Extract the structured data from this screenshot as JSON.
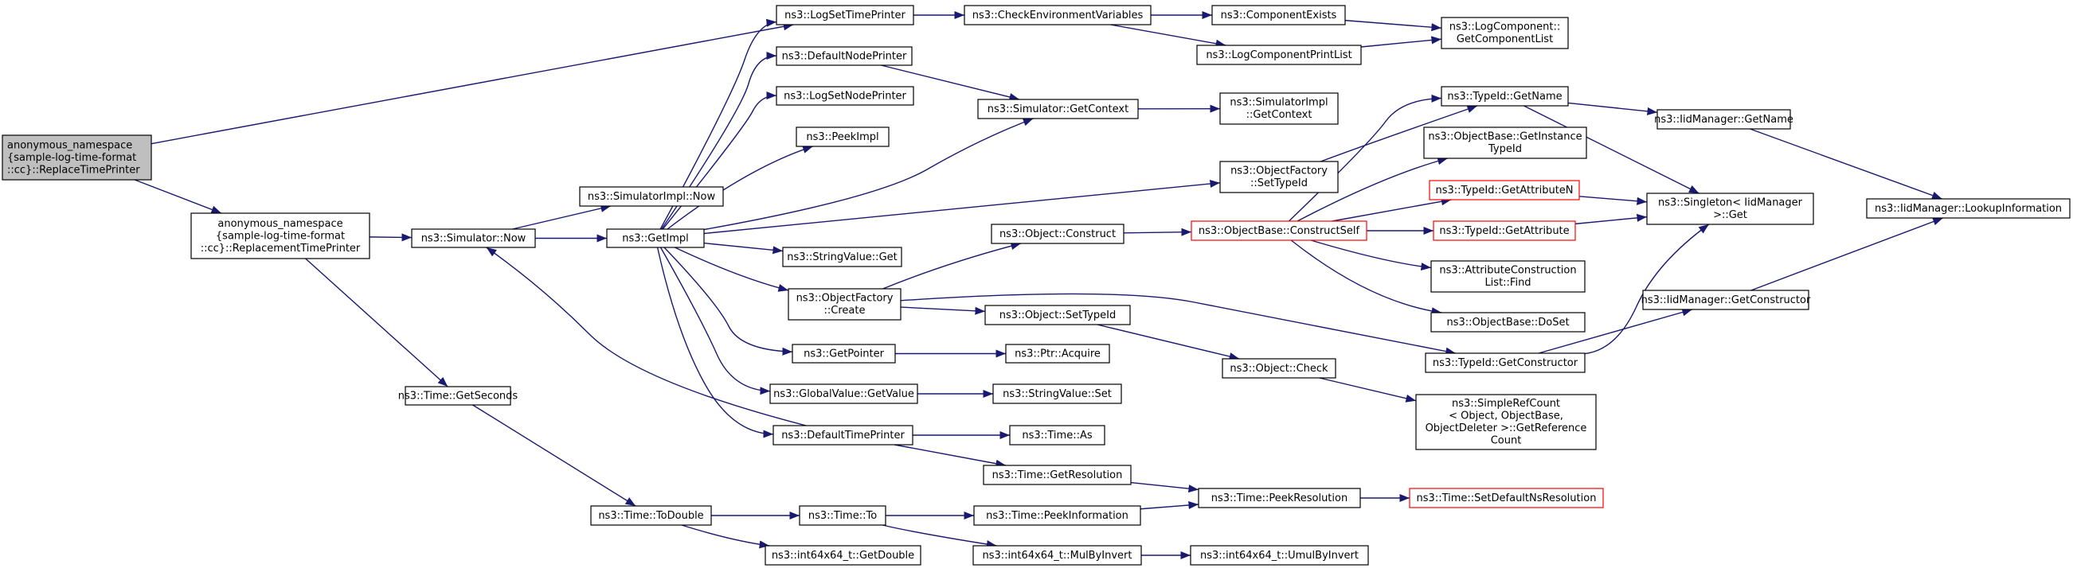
{
  "graph": {
    "colors": {
      "edge": "#191970",
      "node_border": "#000000",
      "node_fill": "#ffffff",
      "root_fill": "#bfbfbf",
      "truncated_border": "#ff0000"
    },
    "nodes": [
      {
        "id": "root",
        "lines": [
          "anonymous_namespace",
          "{sample-log-time-format",
          "::cc}::ReplaceTimePrinter"
        ],
        "style": "root"
      },
      {
        "id": "repl",
        "lines": [
          "anonymous_namespace",
          "{sample-log-time-format",
          "::cc}::ReplacementTimePrinter"
        ]
      },
      {
        "id": "simnow",
        "lines": [
          "ns3::Simulator::Now"
        ]
      },
      {
        "id": "simimplnow",
        "lines": [
          "ns3::SimulatorImpl::Now"
        ]
      },
      {
        "id": "getimpl",
        "lines": [
          "ns3::GetImpl"
        ]
      },
      {
        "id": "timegetsec",
        "lines": [
          "ns3::Time::GetSeconds"
        ]
      },
      {
        "id": "todouble",
        "lines": [
          "ns3::Time::ToDouble"
        ]
      },
      {
        "id": "logsettime",
        "lines": [
          "ns3::LogSetTimePrinter"
        ]
      },
      {
        "id": "defnode",
        "lines": [
          "ns3::DefaultNodePrinter"
        ]
      },
      {
        "id": "logsetnode",
        "lines": [
          "ns3::LogSetNodePrinter"
        ]
      },
      {
        "id": "peekimpl",
        "lines": [
          "ns3::PeekImpl"
        ]
      },
      {
        "id": "strget",
        "lines": [
          "ns3::StringValue::Get"
        ]
      },
      {
        "id": "objfaccreate",
        "lines": [
          "ns3::ObjectFactory",
          "::Create"
        ]
      },
      {
        "id": "getpointer",
        "lines": [
          "ns3::GetPointer"
        ]
      },
      {
        "id": "globalget",
        "lines": [
          "ns3::GlobalValue::GetValue"
        ]
      },
      {
        "id": "deftime",
        "lines": [
          "ns3::DefaultTimePrinter"
        ]
      },
      {
        "id": "checkenv",
        "lines": [
          "ns3::CheckEnvironmentVariables"
        ]
      },
      {
        "id": "compexists",
        "lines": [
          "ns3::ComponentExists"
        ]
      },
      {
        "id": "logcompprint",
        "lines": [
          "ns3::LogComponentPrintList"
        ]
      },
      {
        "id": "logcompgetlist",
        "lines": [
          "ns3::LogComponent::",
          "GetComponentList"
        ]
      },
      {
        "id": "simgetctx",
        "lines": [
          "ns3::Simulator::GetContext"
        ]
      },
      {
        "id": "simimplctx",
        "lines": [
          "ns3::SimulatorImpl",
          "::GetContext"
        ]
      },
      {
        "id": "objfacsettype",
        "lines": [
          "ns3::ObjectFactory",
          "::SetTypeId"
        ]
      },
      {
        "id": "objconstruct",
        "lines": [
          "ns3::Object::Construct"
        ]
      },
      {
        "id": "objsettype",
        "lines": [
          "ns3::Object::SetTypeId"
        ]
      },
      {
        "id": "ptracquire",
        "lines": [
          "ns3::Ptr::Acquire"
        ]
      },
      {
        "id": "strset",
        "lines": [
          "ns3::StringValue::Set"
        ]
      },
      {
        "id": "timeas",
        "lines": [
          "ns3::Time::As"
        ]
      },
      {
        "id": "timegetres",
        "lines": [
          "ns3::Time::GetResolution"
        ]
      },
      {
        "id": "timeto",
        "lines": [
          "ns3::Time::To"
        ]
      },
      {
        "id": "getdouble",
        "lines": [
          "ns3::int64x64_t::GetDouble"
        ]
      },
      {
        "id": "peekinfo",
        "lines": [
          "ns3::Time::PeekInformation"
        ]
      },
      {
        "id": "mulbyinv",
        "lines": [
          "ns3::int64x64_t::MulByInvert"
        ]
      },
      {
        "id": "umulbyinv",
        "lines": [
          "ns3::int64x64_t::UmulByInvert"
        ]
      },
      {
        "id": "peekres",
        "lines": [
          "ns3::Time::PeekResolution"
        ]
      },
      {
        "id": "setdefns",
        "lines": [
          "ns3::Time::SetDefaultNsResolution"
        ],
        "style": "truncated"
      },
      {
        "id": "objcheck",
        "lines": [
          "ns3::Object::Check"
        ]
      },
      {
        "id": "simpleref",
        "lines": [
          "ns3::SimpleRefCount",
          "< Object, ObjectBase,",
          " ObjectDeleter >::GetReference",
          "Count"
        ]
      },
      {
        "id": "objbaseconstruct",
        "lines": [
          "ns3::ObjectBase::ConstructSelf"
        ],
        "style": "truncated"
      },
      {
        "id": "typegetname",
        "lines": [
          "ns3::TypeId::GetName"
        ]
      },
      {
        "id": "objbasegetinst",
        "lines": [
          "ns3::ObjectBase::GetInstance",
          "TypeId"
        ]
      },
      {
        "id": "typegetattrn",
        "lines": [
          "ns3::TypeId::GetAttributeN"
        ],
        "style": "truncated"
      },
      {
        "id": "typegetattr",
        "lines": [
          "ns3::TypeId::GetAttribute"
        ],
        "style": "truncated"
      },
      {
        "id": "attrconstruct",
        "lines": [
          "ns3::AttributeConstruction",
          "List::Find"
        ]
      },
      {
        "id": "objbasedoset",
        "lines": [
          "ns3::ObjectBase::DoSet"
        ]
      },
      {
        "id": "typegetctor",
        "lines": [
          "ns3::TypeId::GetConstructor"
        ]
      },
      {
        "id": "iidgetname",
        "lines": [
          "ns3::IidManager::GetName"
        ]
      },
      {
        "id": "singleton",
        "lines": [
          "ns3::Singleton< IidManager",
          " >::Get"
        ]
      },
      {
        "id": "iidgetctor",
        "lines": [
          "ns3::IidManager::GetConstructor"
        ]
      },
      {
        "id": "iidlookup",
        "lines": [
          "ns3::IidManager::LookupInformation"
        ]
      }
    ],
    "edges": [
      [
        "root",
        "logsettime"
      ],
      [
        "root",
        "repl"
      ],
      [
        "repl",
        "simnow"
      ],
      [
        "repl",
        "timegetsec"
      ],
      [
        "simnow",
        "simimplnow"
      ],
      [
        "simnow",
        "getimpl"
      ],
      [
        "getimpl",
        "logsettime"
      ],
      [
        "getimpl",
        "defnode"
      ],
      [
        "getimpl",
        "logsetnode"
      ],
      [
        "getimpl",
        "peekimpl"
      ],
      [
        "getimpl",
        "simgetctx"
      ],
      [
        "getimpl",
        "objfacsettype"
      ],
      [
        "getimpl",
        "strget"
      ],
      [
        "getimpl",
        "objfaccreate"
      ],
      [
        "getimpl",
        "getpointer"
      ],
      [
        "getimpl",
        "globalget"
      ],
      [
        "getimpl",
        "deftime"
      ],
      [
        "logsettime",
        "checkenv"
      ],
      [
        "checkenv",
        "compexists"
      ],
      [
        "checkenv",
        "logcompprint"
      ],
      [
        "compexists",
        "logcompgetlist"
      ],
      [
        "logcompprint",
        "logcompgetlist"
      ],
      [
        "defnode",
        "simgetctx"
      ],
      [
        "simgetctx",
        "simimplctx"
      ],
      [
        "objfacsettype",
        "typegetname"
      ],
      [
        "objfaccreate",
        "objconstruct"
      ],
      [
        "objfaccreate",
        "objsettype"
      ],
      [
        "objfaccreate",
        "typegetctor"
      ],
      [
        "objconstruct",
        "objbaseconstruct"
      ],
      [
        "objbaseconstruct",
        "typegetname"
      ],
      [
        "objbaseconstruct",
        "objbasegetinst"
      ],
      [
        "objbaseconstruct",
        "typegetattrn"
      ],
      [
        "objbaseconstruct",
        "typegetattr"
      ],
      [
        "objbaseconstruct",
        "attrconstruct"
      ],
      [
        "objbaseconstruct",
        "objbasedoset"
      ],
      [
        "typegetname",
        "iidgetname"
      ],
      [
        "typegetname",
        "singleton"
      ],
      [
        "iidgetname",
        "iidlookup"
      ],
      [
        "typegetattrn",
        "singleton"
      ],
      [
        "typegetattr",
        "singleton"
      ],
      [
        "typegetctor",
        "singleton"
      ],
      [
        "typegetctor",
        "iidgetctor"
      ],
      [
        "iidgetctor",
        "iidlookup"
      ],
      [
        "objsettype",
        "objcheck"
      ],
      [
        "objcheck",
        "simpleref"
      ],
      [
        "getpointer",
        "ptracquire"
      ],
      [
        "globalget",
        "strset"
      ],
      [
        "deftime",
        "simnow"
      ],
      [
        "deftime",
        "timeas"
      ],
      [
        "deftime",
        "timegetres"
      ],
      [
        "timegetres",
        "peekres"
      ],
      [
        "peekres",
        "setdefns"
      ],
      [
        "timegetsec",
        "todouble"
      ],
      [
        "todouble",
        "timeto"
      ],
      [
        "todouble",
        "getdouble"
      ],
      [
        "timeto",
        "peekinfo"
      ],
      [
        "timeto",
        "mulbyinv"
      ],
      [
        "peekinfo",
        "peekres"
      ],
      [
        "mulbyinv",
        "umulbyinv"
      ]
    ]
  }
}
